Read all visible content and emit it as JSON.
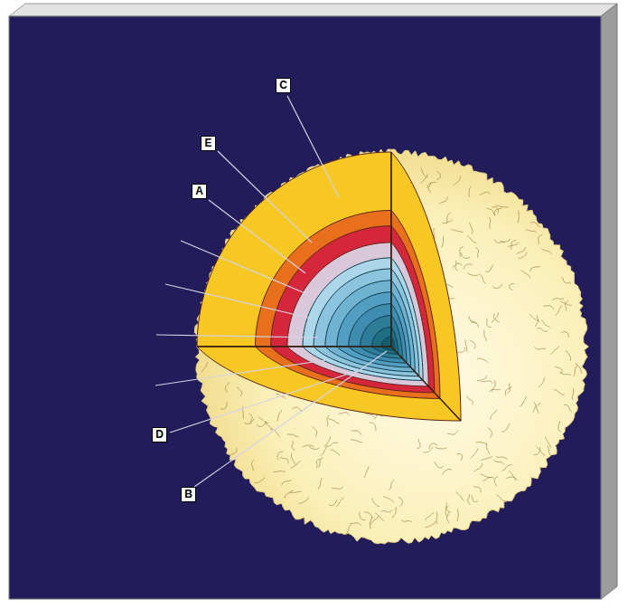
{
  "diagram": {
    "labels": [
      "C",
      "E",
      "A",
      "D",
      "B"
    ]
  }
}
